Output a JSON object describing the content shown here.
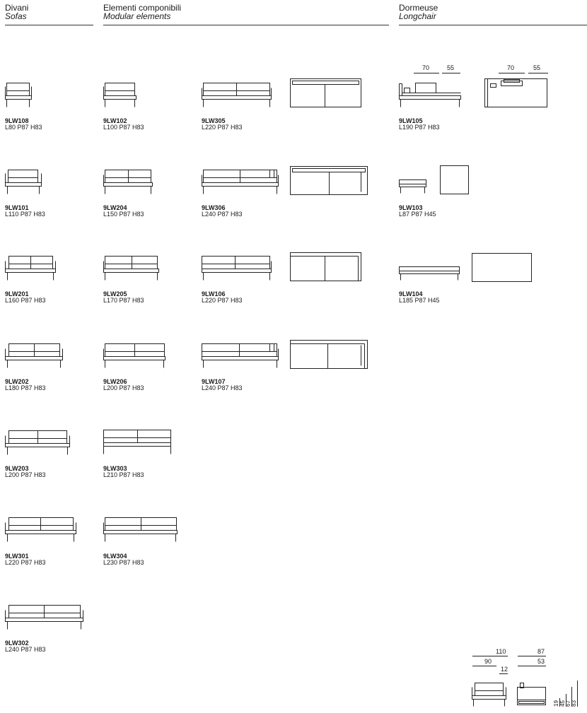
{
  "headers": {
    "divani": {
      "title": "Divani",
      "subtitle": "Sofas"
    },
    "modular": {
      "title": "Elementi componibili",
      "subtitle": "Modular elements"
    },
    "dormeuse": {
      "title": "Dormeuse",
      "subtitle": "Longchair"
    }
  },
  "items": {
    "lw108": {
      "code": "9LW108",
      "dims": "L80 P87 H83"
    },
    "lw101": {
      "code": "9LW101",
      "dims": "L110 P87 H83"
    },
    "lw201": {
      "code": "9LW201",
      "dims": "L160 P87 H83"
    },
    "lw202": {
      "code": "9LW202",
      "dims": "L180 P87 H83"
    },
    "lw203": {
      "code": "9LW203",
      "dims": "L200 P87 H83"
    },
    "lw301": {
      "code": "9LW301",
      "dims": "L220 P87 H83"
    },
    "lw302": {
      "code": "9LW302",
      "dims": "L240 P87 H83"
    },
    "lw102": {
      "code": "9LW102",
      "dims": "L100 P87 H83"
    },
    "lw204": {
      "code": "9LW204",
      "dims": "L150 P87 H83"
    },
    "lw205": {
      "code": "9LW205",
      "dims": "L170 P87 H83"
    },
    "lw206": {
      "code": "9LW206",
      "dims": "L200 P87 H83"
    },
    "lw303": {
      "code": "9LW303",
      "dims": "L210 P87 H83"
    },
    "lw304": {
      "code": "9LW304",
      "dims": "L230 P87 H83"
    },
    "lw305": {
      "code": "9LW305",
      "dims": "L220 P87 H83"
    },
    "lw306": {
      "code": "9LW306",
      "dims": "L240 P87 H83"
    },
    "lw106": {
      "code": "9LW106",
      "dims": "L220 P87 H83"
    },
    "lw107": {
      "code": "9LW107",
      "dims": "L240 P87 H83"
    },
    "lw105": {
      "code": "9LW105",
      "dims": "L190 P87 H83"
    },
    "lw103": {
      "code": "9LW103",
      "dims": "L87 P87 H45"
    },
    "lw104": {
      "code": "9LW104",
      "dims": "L185 P87 H45"
    }
  },
  "longchair_dims": {
    "a": "70",
    "b": "55"
  },
  "legend": {
    "top_left": "110",
    "top_right": "87",
    "mid_left": "90",
    "mid_right": "53",
    "small": "12",
    "vertical": [
      "19",
      "45",
      "67",
      "83"
    ]
  }
}
